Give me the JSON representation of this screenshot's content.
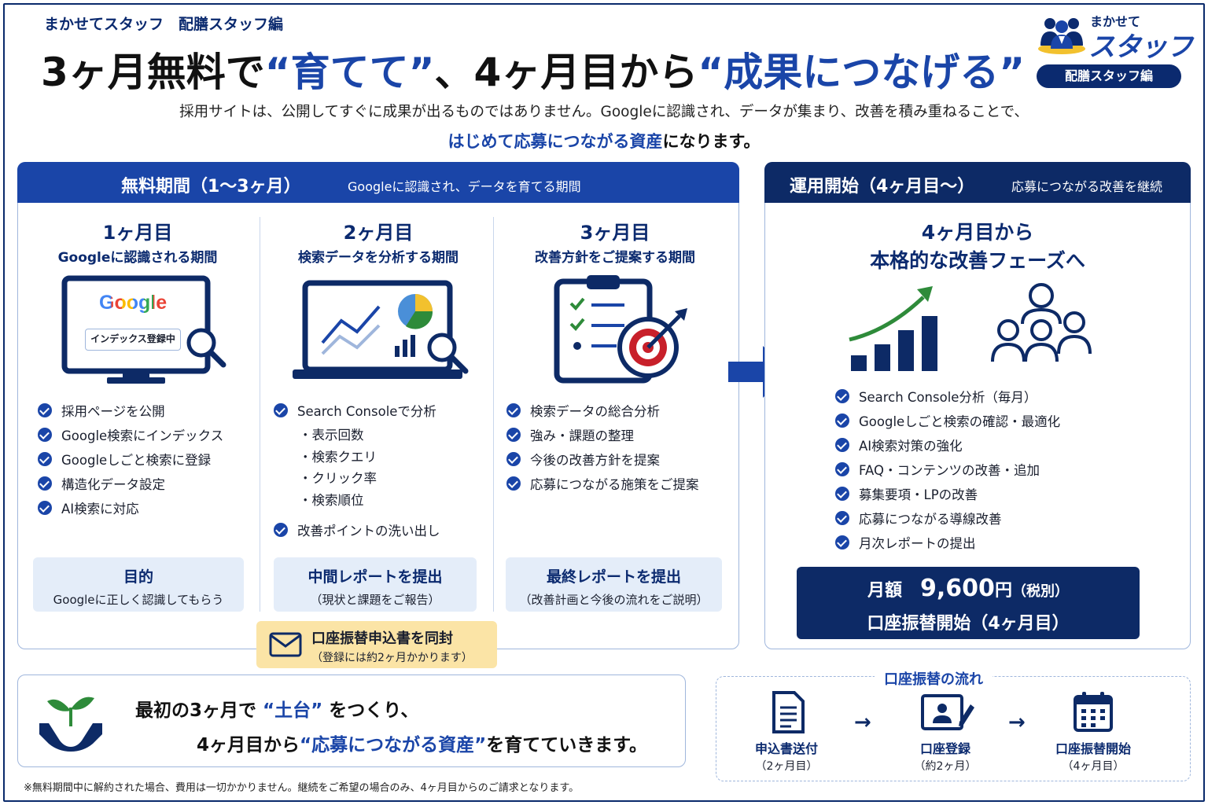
{
  "header": {
    "subtitle": "まかせてスタッフ　配膳スタッフ編",
    "headline_part1": "3ヶ月無料で",
    "headline_hl1": "“育てて”",
    "headline_part2": "、4ヶ月目から",
    "headline_hl2": "“成果につなげる”",
    "lead1": "採用サイトは、公開してすぐに成果が出るものではありません。Googleに認識され、データが集まり、改善を積み重ねることで、",
    "lead2_hl": "はじめて応募につながる資産",
    "lead2_rest": "になります。"
  },
  "logo": {
    "small": "まかせて",
    "big": "スタッフ",
    "badge": "配膳スタッフ編"
  },
  "free_period": {
    "title": "無料期間（1〜3ヶ月）",
    "subtitle": "Googleに認識され、データを育てる期間",
    "columns": [
      {
        "month": "1ヶ月目",
        "desc": "Googleに認識される期間",
        "screen_logo": "Google",
        "screen_badge": "インデックス登録中",
        "items": [
          "採用ページを公開",
          "Google検索にインデックス",
          "Googleしごと検索に登録",
          "構造化データ設定",
          "AI検索に対応"
        ],
        "foot_title": "目的",
        "foot_sub": "Googleに正しく認識してもらう"
      },
      {
        "month": "2ヶ月目",
        "desc": "検索データを分析する期間",
        "items": [
          "Search Consoleで分析"
        ],
        "bullets": [
          "・表示回数",
          "・検索クエリ",
          "・クリック率",
          "・検索順位"
        ],
        "items2": [
          "改善ポイントの洗い出し"
        ],
        "foot_title": "中間レポートを提出",
        "foot_sub": "（現状と課題をご報告）"
      },
      {
        "month": "3ヶ月目",
        "desc": "改善方針をご提案する期間",
        "items": [
          "検索データの総合分析",
          "強み・課題の整理",
          "今後の改善方針を提案",
          "応募につながる施策をご提案"
        ],
        "foot_title": "最終レポートを提出",
        "foot_sub": "（改善計画と今後の流れをご説明）"
      }
    ],
    "mail_title": "口座振替申込書を同封",
    "mail_sub": "（登録には約2ヶ月かかります）"
  },
  "operation": {
    "title": "運用開始（4ヶ月目〜）",
    "subtitle": "応募につながる改善を継続",
    "heading1": "4ヶ月目から",
    "heading2": "本格的な改善フェーズへ",
    "items": [
      "Search Console分析（毎月）",
      "Googleしごと検索の確認・最適化",
      "AI検索対策の強化",
      "FAQ・コンテンツの改善・追加",
      "募集要項・LPの改善",
      "応募につながる導線改善",
      "月次レポートの提出"
    ],
    "price_label": "月額",
    "price_amount": "9,600",
    "price_unit": "円",
    "price_tax": "（税別）",
    "price_line2": "口座振替開始（4ヶ月目）"
  },
  "message": {
    "line1_a": "最初の3ヶ月で",
    "line1_hl": "“土台”",
    "line1_b": "をつくり、",
    "line2_a": "4ヶ月目から",
    "line2_hl": "“応募につながる資産”",
    "line2_b": "を育てていきます。"
  },
  "flow": {
    "title": "口座振替の流れ",
    "steps": [
      {
        "label": "申込書送付",
        "sub": "（2ヶ月目）"
      },
      {
        "label": "口座登録",
        "sub": "（約2ヶ月）"
      },
      {
        "label": "口座振替開始",
        "sub": "（4ヶ月目）"
      }
    ],
    "arrow": "→"
  },
  "note": "※無料期間中に解約された場合、費用は一切かかりません。継続をご希望の場合のみ、4ヶ月目からのご請求となります。",
  "colors": {
    "primary": "#1a45a8",
    "navy": "#0d2a66",
    "light_blue": "#e4edf9",
    "yellow": "#fbe4a6",
    "green": "#2e8b3a",
    "red": "#c8202a"
  }
}
